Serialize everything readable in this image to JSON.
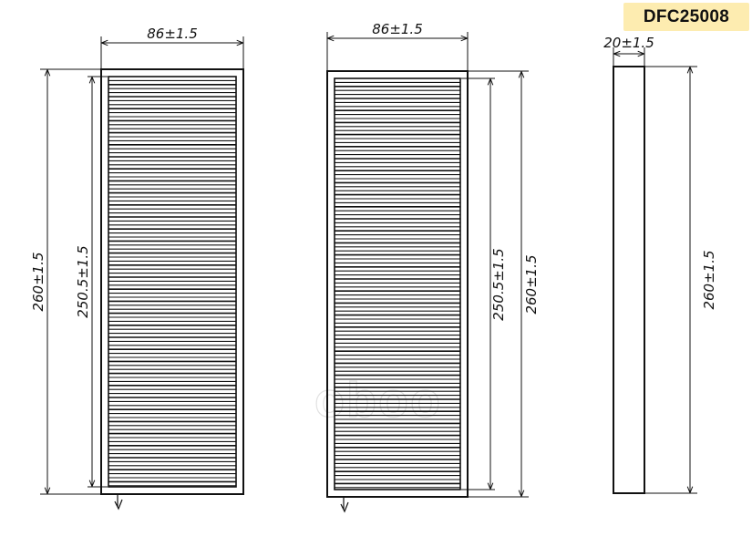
{
  "part_number": "DFC25008",
  "watermark": "oboo",
  "dimensions": {
    "front_width": "86±1.5",
    "front_height_outer": "260±1.5",
    "front_height_inner": "250.5±1.5",
    "back_width": "86±1.5",
    "back_height_inner": "250.5±1.5",
    "back_height_outer": "260±1.5",
    "side_width": "20±1.5",
    "side_height": "260±1.5"
  },
  "colors": {
    "line": "#111111",
    "badge": "#fdecb0"
  }
}
